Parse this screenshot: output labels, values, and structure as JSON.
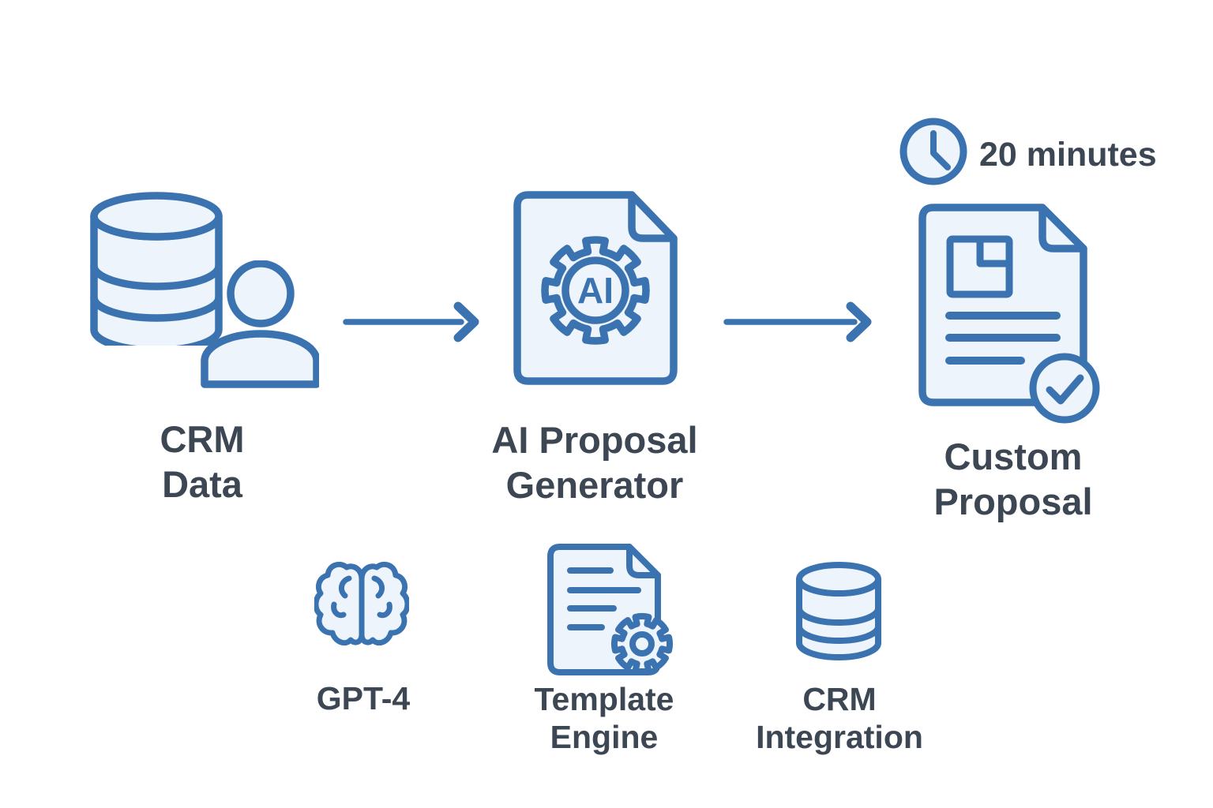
{
  "diagram_title": "",
  "colors": {
    "stroke_blue": "#3b73b1",
    "icon_fill": "#eef4fb",
    "text_dark": "#3c4753",
    "background": "#ffffff"
  },
  "badge": {
    "icon": "clock-icon",
    "label": "20 minutes"
  },
  "flow_nodes": [
    {
      "id": "crm-data",
      "icon": "database-user-icon",
      "label_lines": [
        "CRM",
        "Data"
      ]
    },
    {
      "id": "ai-proposal-generator",
      "icon": "ai-document-gear-icon",
      "icon_text": "AI",
      "label_lines": [
        "AI Proposal",
        "Generator"
      ]
    },
    {
      "id": "custom-proposal",
      "icon": "document-check-icon",
      "label_lines": [
        "Custom",
        "Proposal"
      ]
    }
  ],
  "connectors": [
    {
      "from": "crm-data",
      "to": "ai-proposal-generator",
      "icon": "arrow-right-icon"
    },
    {
      "from": "ai-proposal-generator",
      "to": "custom-proposal",
      "icon": "arrow-right-icon"
    }
  ],
  "component_nodes": [
    {
      "id": "gpt-4",
      "icon": "brain-icon",
      "label_lines": [
        "GPT-4"
      ]
    },
    {
      "id": "template-engine",
      "icon": "document-gear-icon",
      "label_lines": [
        "Template",
        "Engine"
      ]
    },
    {
      "id": "crm-integration",
      "icon": "database-icon",
      "label_lines": [
        "CRM",
        "Integration"
      ]
    }
  ]
}
